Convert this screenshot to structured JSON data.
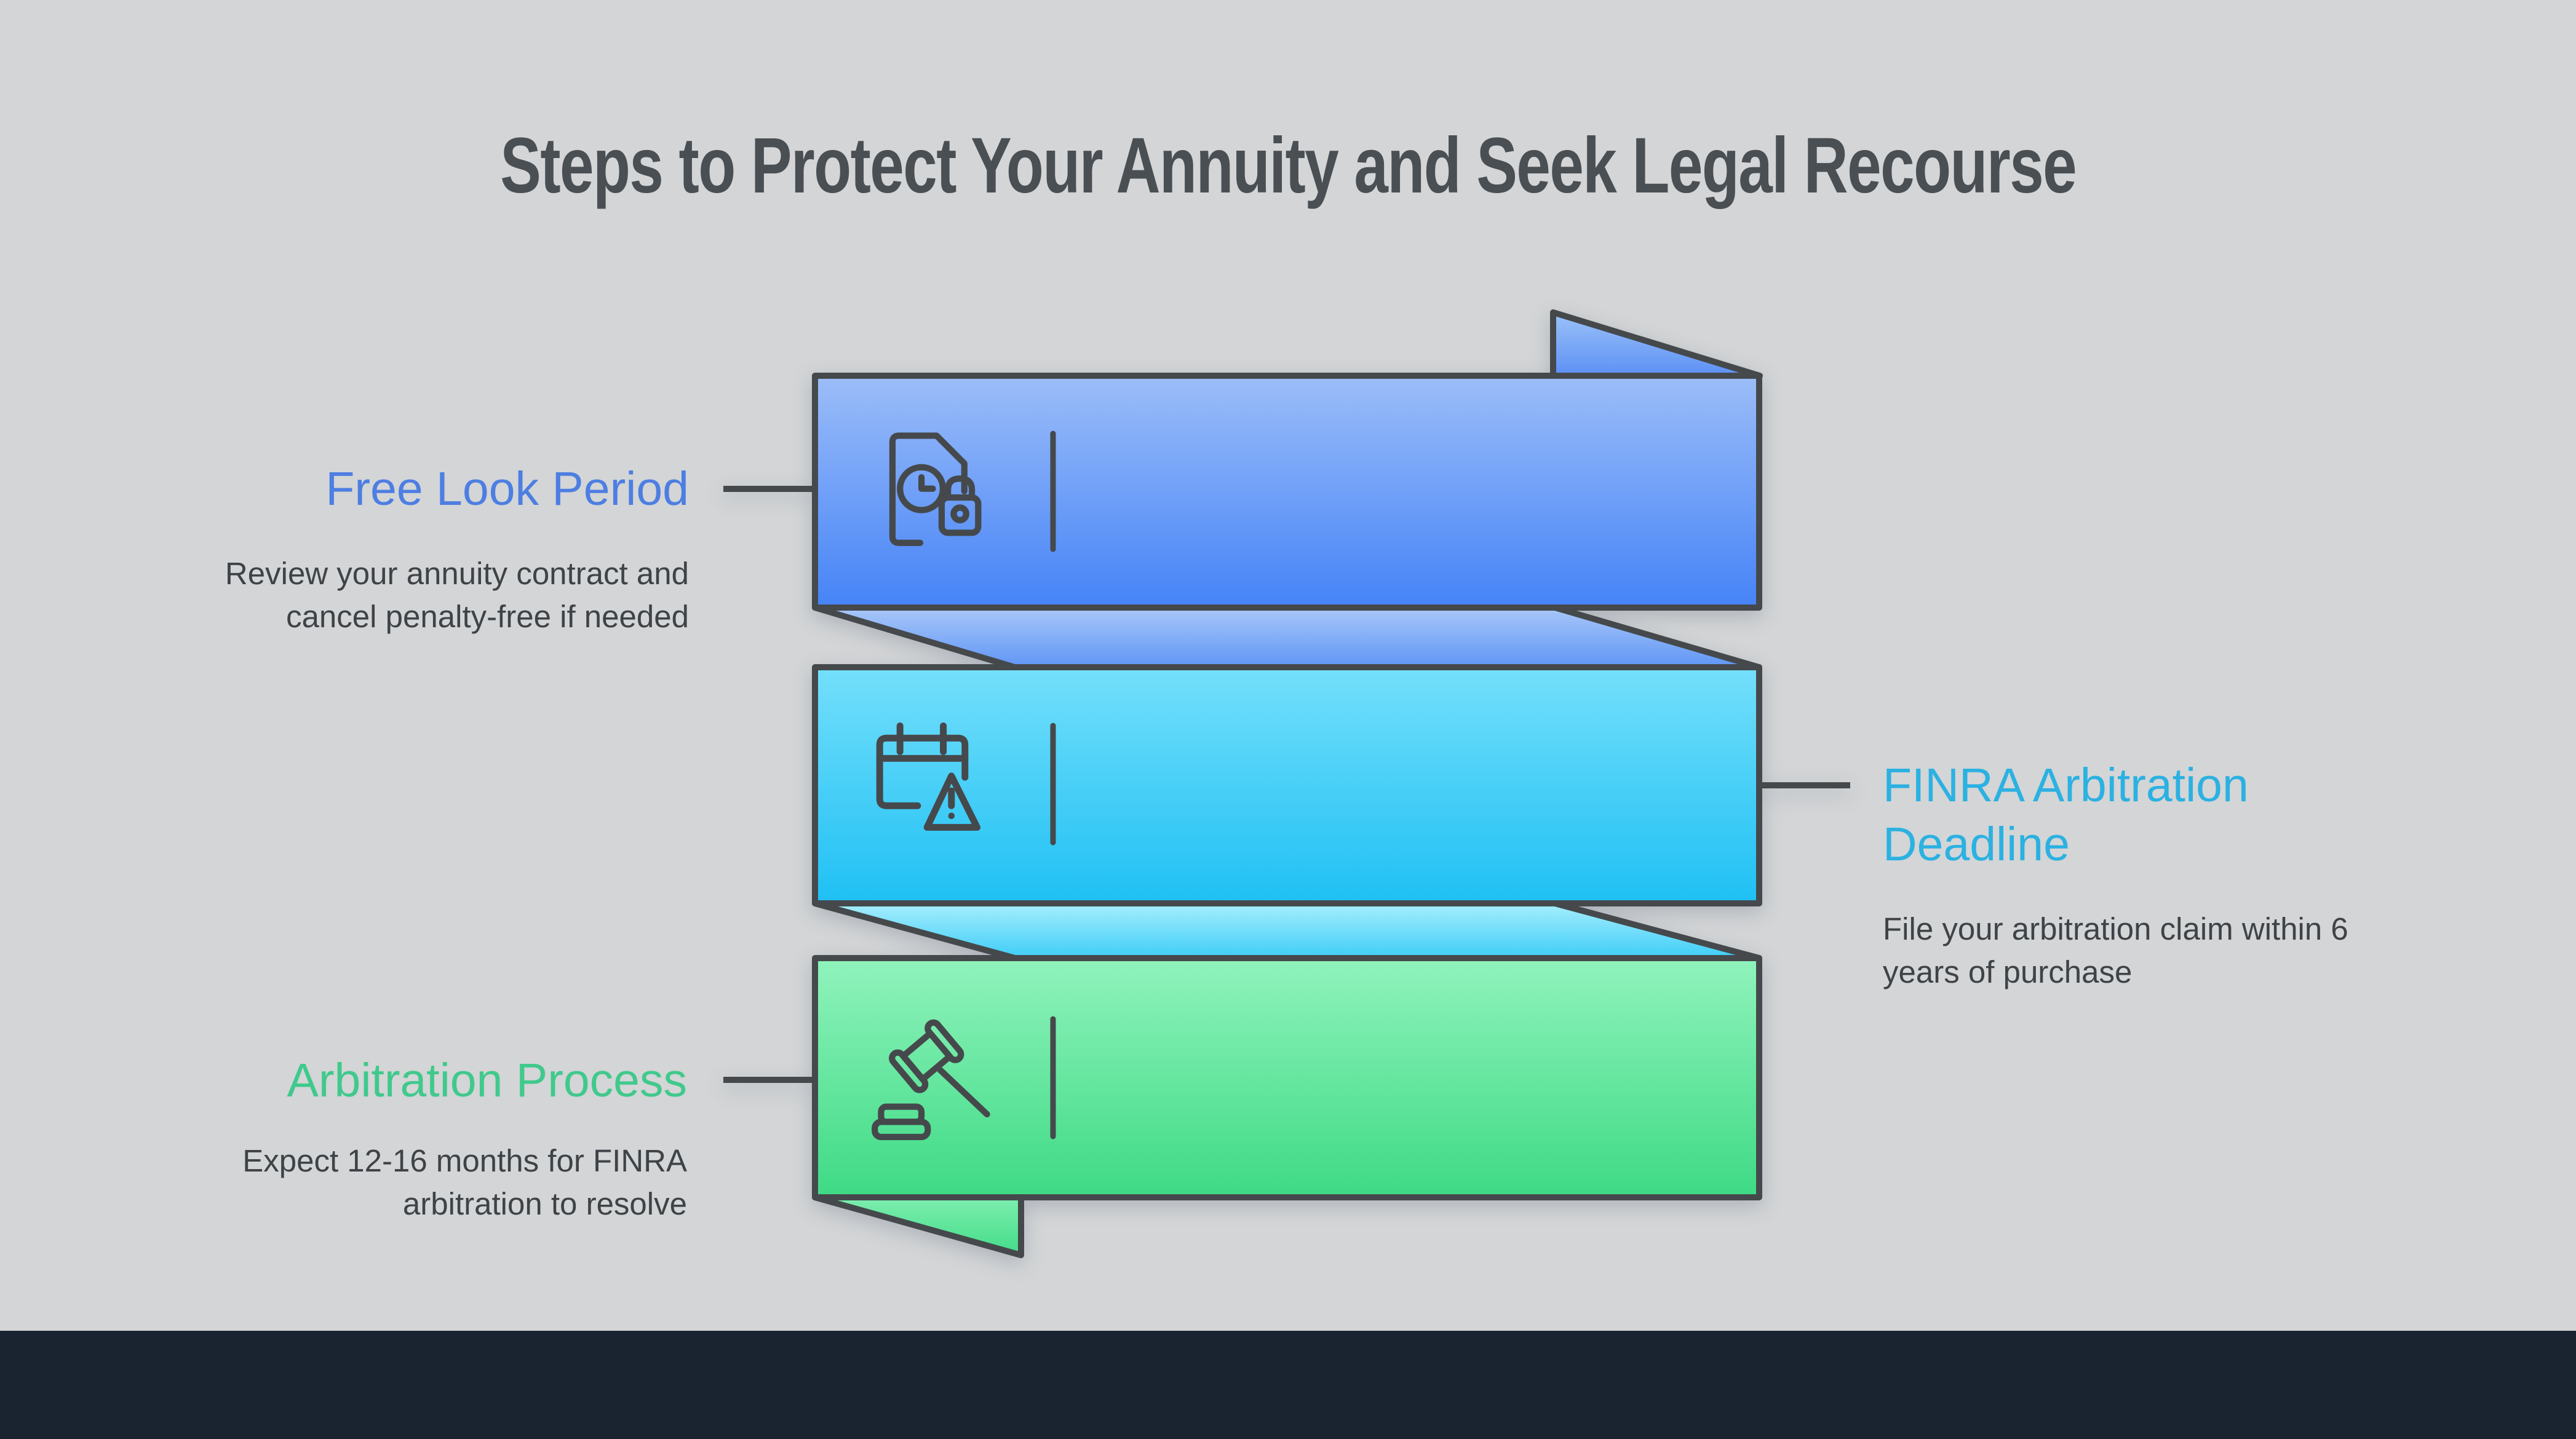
{
  "title": "Steps to Protect Your Annuity and Seek Legal Recourse",
  "colors": {
    "background": "#d3d5d6",
    "footer_bar": "#1a2430",
    "outline": "#45494c",
    "title_text": "#4a4f54",
    "description_text": "#3e4347",
    "step1_accent": "#4d7ee2",
    "step2_accent": "#2bb1e2",
    "step3_accent": "#40c98c",
    "step1_gradient_top": "#9cbdf8",
    "step1_gradient_bottom": "#4583f7",
    "step2_gradient_top": "#74dffb",
    "step2_gradient_bottom": "#1fc0f4",
    "step3_gradient_top": "#90f3bc",
    "step3_gradient_bottom": "#3eda85"
  },
  "steps": [
    {
      "label": "Free Look Period",
      "label_lines": [
        "Free Look Period"
      ],
      "description": "Review your annuity contract and cancel penalty-free if needed",
      "description_lines": [
        "Review your annuity contract and",
        "cancel penalty-free if needed"
      ],
      "icon": "document-clock-lock",
      "side": "left"
    },
    {
      "label": "FINRA Arbitration Deadline",
      "label_lines": [
        "FINRA Arbitration",
        "Deadline"
      ],
      "description": "File your arbitration claim within 6 years of purchase",
      "description_lines": [
        "File your arbitration claim within 6",
        "years of purchase"
      ],
      "icon": "calendar-warning",
      "side": "right"
    },
    {
      "label": "Arbitration Process",
      "label_lines": [
        "Arbitration Process"
      ],
      "description": "Expect 12-16 months for FINRA arbitration to resolve",
      "description_lines": [
        "Expect 12-16 months for FINRA",
        "arbitration to resolve"
      ],
      "icon": "gavel",
      "side": "left"
    }
  ]
}
